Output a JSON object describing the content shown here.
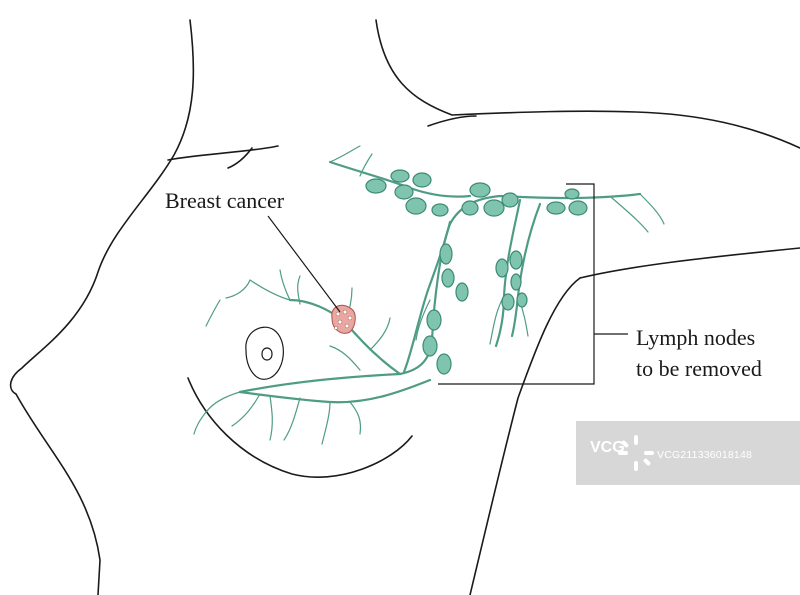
{
  "labels": {
    "tumor": "Breast cancer",
    "nodes_line1": "Lymph nodes",
    "nodes_line2": "to be removed"
  },
  "watermark": {
    "brand": "VCG",
    "id": "VCG211336018148"
  },
  "colors": {
    "outline": "#1a1a1a",
    "lymph_fill": "#7fc4ae",
    "lymph_stroke": "#3d8a73",
    "vessel": "#4f9c84",
    "tumor": "#e8a7a1",
    "tumor_stroke": "#b0504a"
  },
  "icons": [
    "vcg-logo-icon"
  ]
}
